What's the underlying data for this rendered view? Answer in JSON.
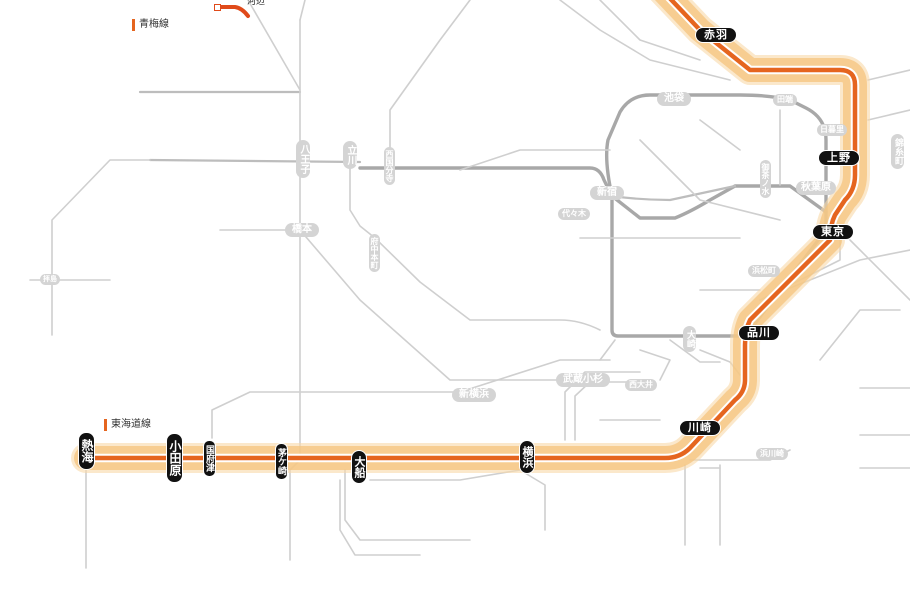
{
  "legend": {
    "ome": "青梅線",
    "tokaido": "東海道線"
  },
  "route_color": "#e5651f",
  "route_stations": [
    {
      "key": "akabane",
      "name": "赤羽"
    },
    {
      "key": "ueno",
      "name": "上野"
    },
    {
      "key": "tokyo",
      "name": "東京"
    },
    {
      "key": "shinagawa",
      "name": "品川"
    },
    {
      "key": "kawasaki",
      "name": "川崎"
    },
    {
      "key": "yokohama",
      "name": "横浜"
    },
    {
      "key": "ofuna",
      "name": "大船"
    },
    {
      "key": "chigasaki",
      "name": "茅ケ崎"
    },
    {
      "key": "kozu",
      "name": "国府津"
    },
    {
      "key": "odawara",
      "name": "小田原"
    },
    {
      "key": "atami",
      "name": "熱海"
    }
  ],
  "other_stations": {
    "hachioji": "八王子",
    "tachikawa": "立川",
    "nishikokubunji": "西国分寺",
    "shinjuku": "新宿",
    "ikebukuro": "池袋",
    "tabata": "田端",
    "nippori": "日暮里",
    "akihabara": "秋葉原",
    "ochanomizu": "御茶ノ水",
    "kinshicho": "錦糸町",
    "yoyogi": "代々木",
    "hamamatsucho": "浜松町",
    "osaki": "大崎",
    "hashimoto": "橋本",
    "fuchuhommachi": "府中本町",
    "shinyokohama": "新横浜",
    "musashikosugi": "武蔵小杉",
    "nishioi": "西大井",
    "hamakawasaki": "浜川崎",
    "kawaguchi_partial": "河辺",
    "haijima_partial": "拝島"
  }
}
